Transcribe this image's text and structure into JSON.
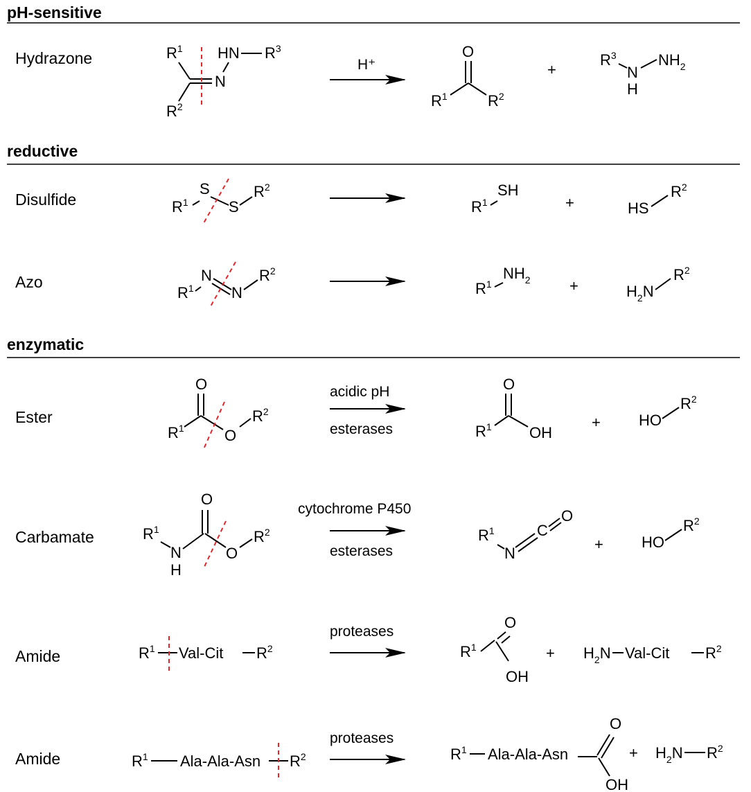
{
  "colors": {
    "ink": "#000000",
    "cleavage": "#e3262b",
    "background": "#ffffff"
  },
  "sections": {
    "ph": "pH-sensitive",
    "reductive": "reductive",
    "enzymatic": "enzymatic"
  },
  "rows": {
    "hydrazone": {
      "label": "Hydrazone",
      "condition": "H⁺"
    },
    "disulfide": {
      "label": "Disulfide"
    },
    "azo": {
      "label": "Azo"
    },
    "ester": {
      "label": "Ester",
      "condition_top": "acidic pH",
      "condition_bottom": "esterases"
    },
    "carbamate": {
      "label": "Carbamate",
      "condition_top": "cytochrome P450",
      "condition_bottom": "esterases"
    },
    "amide1": {
      "label": "Amide",
      "condition_top": "proteases"
    },
    "amide2": {
      "label": "Amide",
      "condition_top": "proteases"
    }
  },
  "plus": "+",
  "fragments": {
    "val_cit": "Val-Cit",
    "ala_ala_asn": "Ala-Ala-Asn"
  }
}
